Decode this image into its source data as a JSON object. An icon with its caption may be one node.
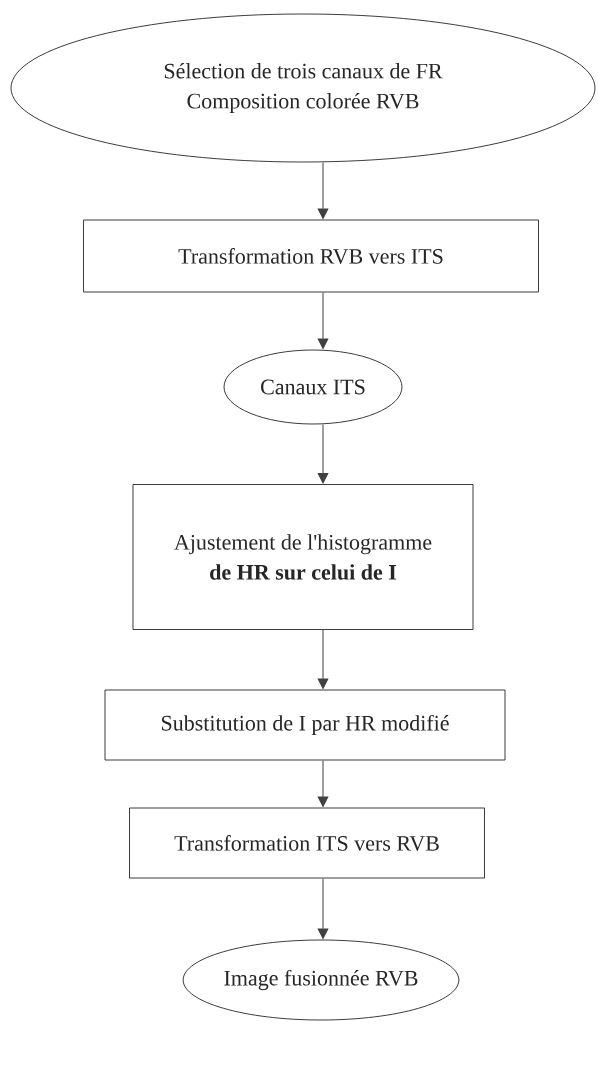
{
  "diagram": {
    "nodes": [
      {
        "text": [
          "Sélection de trois canaux de FR",
          "Composition colorée RVB"
        ]
      },
      {
        "text": [
          "Transformation RVB vers ITS"
        ]
      },
      {
        "text": [
          "Canaux ITS"
        ]
      },
      {
        "text": [
          "Ajustement de l'histogramme",
          "de HR sur celui de I"
        ]
      },
      {
        "text": [
          "Substitution de I par HR modifié"
        ]
      },
      {
        "text": [
          "Transformation ITS vers RVB"
        ]
      },
      {
        "text": [
          "Image fusionnée RVB"
        ]
      }
    ],
    "edges": [
      {
        "from": 0,
        "to": 1,
        "arrow": "to"
      },
      {
        "from": 1,
        "to": 2,
        "arrow": "to"
      },
      {
        "from": 2,
        "to": 3,
        "arrow": "to"
      },
      {
        "from": 3,
        "to": 4,
        "arrow": "to"
      },
      {
        "from": 4,
        "to": 5,
        "arrow": "to"
      },
      {
        "from": 5,
        "to": 6,
        "arrow": "to"
      }
    ]
  }
}
